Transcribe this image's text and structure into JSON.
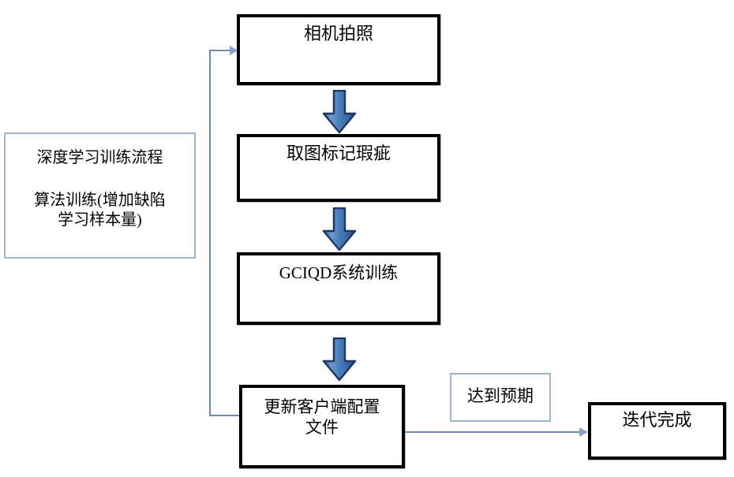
{
  "diagram": {
    "title_text": "深度学习训练流程",
    "left_panel": {
      "line1": "深度学习训练流程",
      "line2": "算法训练(增加缺陷\n学习样本量)"
    },
    "nodes": [
      {
        "id": "camera-capture",
        "label": "相机拍照"
      },
      {
        "id": "mark-defects",
        "label": "取图标记瑕疵"
      },
      {
        "id": "gciqd-training",
        "label": "GCIQD系统训练"
      },
      {
        "id": "update-client-conf",
        "label": "更新客户端配置\n文件"
      },
      {
        "id": "meets-expectation",
        "label": "达到预期"
      },
      {
        "id": "iteration-complete",
        "label": "迭代完成"
      }
    ],
    "colors": {
      "box_border": "#000000",
      "blue_border": "#9db3ce",
      "connector": "#7089b0",
      "arrow_fill": "#4a7ebb",
      "arrow_fill_light": "#6f9fd4",
      "arrow_edge": "#1f3864",
      "background": "#ffffff"
    }
  }
}
